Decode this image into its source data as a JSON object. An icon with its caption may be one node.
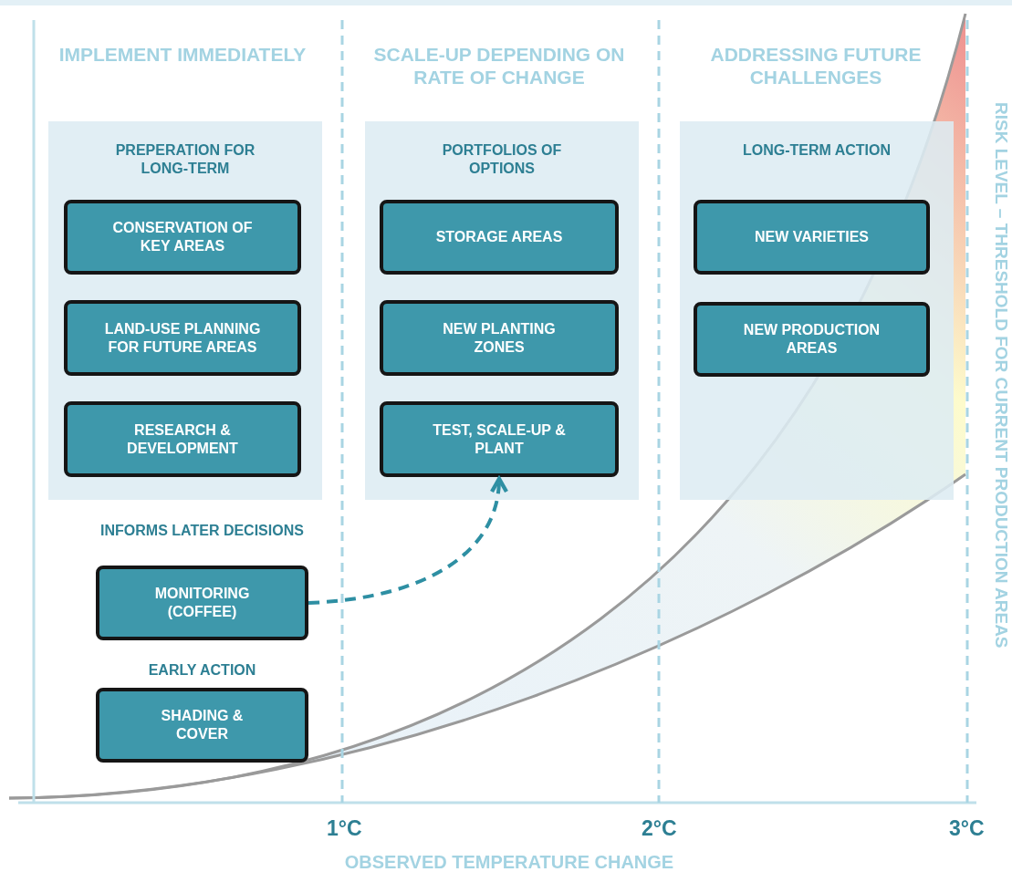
{
  "diagram": {
    "nodes": [
      {
        "text": [
          "PREPERATION FOR LONG-TERM"
        ]
      },
      {
        "text": [
          "CONSERVATION OF KEY AREAS"
        ],
        "in": 0
      },
      {
        "text": [
          "LAND-USE PLANNING FOR FUTURE AREAS"
        ],
        "in": 0
      },
      {
        "text": [
          "RESEARCH & DEVELOPMENT"
        ],
        "in": 0
      },
      {
        "text": [
          "INFORMS LATER DECISIONS",
          "MONITORING (COFFEE)"
        ]
      },
      {
        "text": [
          "EARLY ACTION",
          "SHADING & COVER"
        ]
      },
      {
        "text": [
          "PORTFOLIOS OF OPTIONS"
        ]
      },
      {
        "text": [
          "STORAGE AREAS"
        ],
        "in": 6
      },
      {
        "text": [
          "NEW PLANTING ZONES"
        ],
        "in": 6
      },
      {
        "text": [
          "TEST, SCALE-UP & PLANT"
        ],
        "in": 6
      },
      {
        "text": [
          "LONG-TERM ACTION"
        ]
      },
      {
        "text": [
          "NEW VARIETIES"
        ],
        "in": 10
      },
      {
        "text": [
          "NEW PRODUCTION AREAS"
        ],
        "in": 10
      }
    ],
    "edges": [
      {
        "from": 4,
        "to": 9,
        "arrow": "to",
        "style": "dashed"
      }
    ],
    "labels": [
      "IMPLEMENT IMMEDIATELY",
      "SCALE-UP DEPENDING ON RATE OF CHANGE",
      "ADDRESSING FUTURE CHALLENGES",
      "RISK LEVEL – THRESHOLD FOR CURRENT PRODUCTION AREAS",
      "1°C",
      "2°C",
      "3°C",
      "OBSERVED TEMPERATURE CHANGE"
    ]
  }
}
